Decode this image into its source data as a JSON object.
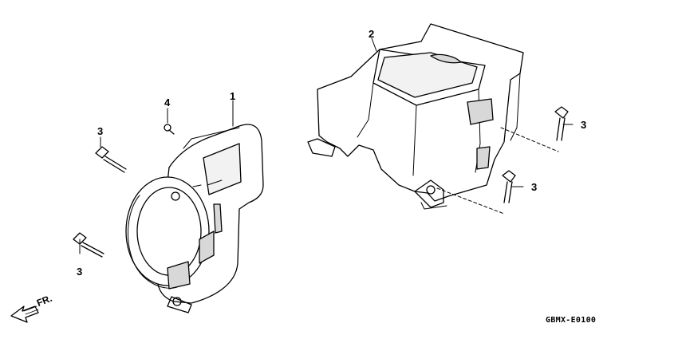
{
  "callouts": {
    "shroud_left": "1",
    "shroud_top": "2",
    "bolt_left_upper": "3",
    "bolt_left_lower": "3",
    "bolt_right_upper": "3",
    "bolt_right_lower": "3",
    "screw_small": "4"
  },
  "direction_label": "FR.",
  "diagram_code": "GBMX-E0100",
  "colors": {
    "line": "#000000",
    "shade": "#d8d8d8",
    "background": "#ffffff"
  }
}
